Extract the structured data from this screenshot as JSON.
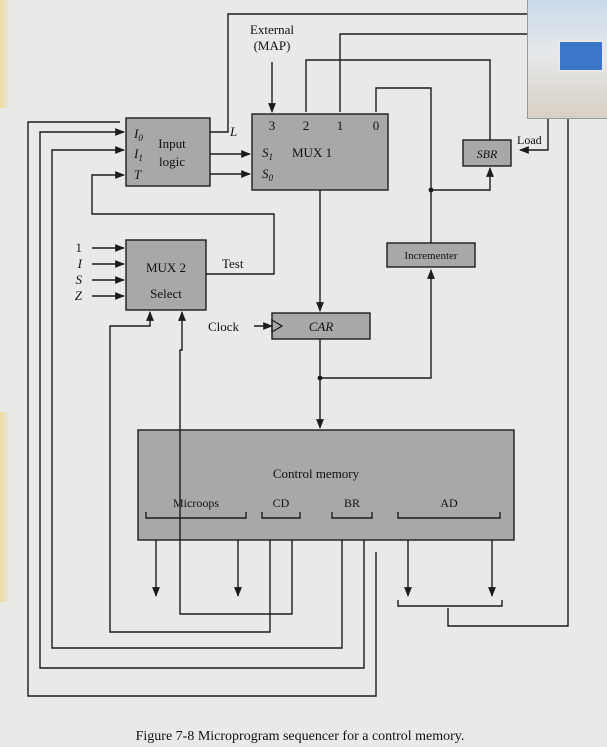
{
  "diagram": {
    "external_label": "External",
    "map_label": "(MAP)",
    "input_logic": {
      "i0": "I",
      "i0_sub": "0",
      "i1": "I",
      "i1_sub": "1",
      "t": "T",
      "line1": "Input",
      "line2": "logic",
      "l_out": "L"
    },
    "mux1": {
      "title": "MUX 1",
      "s1": "S",
      "s1_sub": "1",
      "s0": "S",
      "s0_sub": "0",
      "in3": "3",
      "in2": "2",
      "in1": "1",
      "in0": "0"
    },
    "sbr": {
      "label": "SBR",
      "load": "Load"
    },
    "incrementer": {
      "label": "Incrementer"
    },
    "mux2": {
      "line1": "MUX 2",
      "line2": "Select",
      "test": "Test",
      "in_1": "1",
      "in_i": "I",
      "in_s": "S",
      "in_z": "Z"
    },
    "car": {
      "label": "CAR",
      "clock": "Clock"
    },
    "control_memory": {
      "title": "Control memory",
      "microops": "Microops",
      "cd": "CD",
      "br": "BR",
      "ad": "AD"
    },
    "caption": "Figure 7-8   Microprogram sequencer for a control memory."
  },
  "colors": {
    "block_fill": "#a8a8a6",
    "background": "#e9e9e7",
    "line": "#1c1c1c"
  }
}
